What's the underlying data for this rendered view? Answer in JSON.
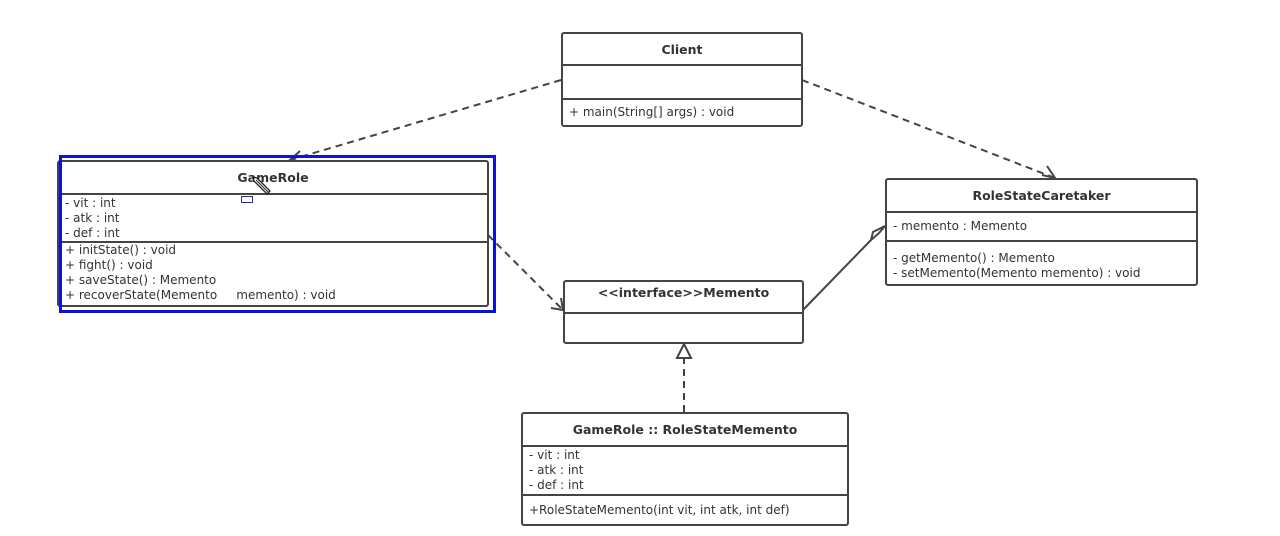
{
  "classes": {
    "client": {
      "name": "Client",
      "attributes": [],
      "methods": [
        "+ main(String[] args) : void"
      ]
    },
    "game_role": {
      "name": "GameRole",
      "attributes": [
        "- vit : int",
        "- atk : int",
        "- def : int"
      ],
      "methods": [
        "+ initState() : void",
        "+ fight() : void",
        "+ saveState() : Memento",
        "+ recoverState(Memento     memento) : void"
      ]
    },
    "caretaker": {
      "name": "RoleStateCaretaker",
      "attributes": [
        "- memento : Memento"
      ],
      "methods": [
        "- getMemento() : Memento",
        "- setMemento(Memento memento) : void"
      ]
    },
    "memento": {
      "name": "<<interface>>Memento",
      "attributes": [],
      "methods": []
    },
    "role_state_memento": {
      "name": "GameRole :: RoleStateMemento",
      "attributes": [
        "- vit : int",
        "- atk : int",
        "- def : int"
      ],
      "methods": [
        "+RoleStateMemento(int vit, int atk, int def)"
      ]
    }
  },
  "relations": [
    {
      "from": "Client",
      "to": "GameRole",
      "type": "dependency"
    },
    {
      "from": "Client",
      "to": "RoleStateCaretaker",
      "type": "dependency"
    },
    {
      "from": "GameRole",
      "to": "Memento",
      "type": "dependency"
    },
    {
      "from": "RoleStateCaretaker",
      "to": "Memento",
      "type": "aggregation"
    },
    {
      "from": "GameRole :: RoleStateMemento",
      "to": "Memento",
      "type": "realization"
    }
  ],
  "colors": {
    "selection": "#0a14d8",
    "line": "#444444"
  },
  "selected": "GameRole"
}
